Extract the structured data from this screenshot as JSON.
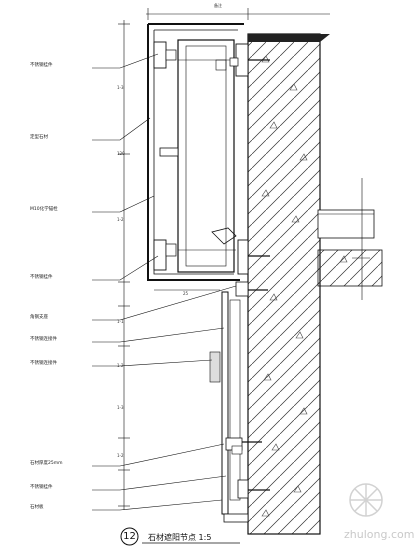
{
  "drawing": {
    "detail_number": "12",
    "title": "石材遮阳节点 1:5",
    "top_dimension": "备注",
    "callouts": [
      "不锈钢挂件",
      "定型石材",
      "M10化学锚栓",
      "不锈钢挂件",
      "角钢支座",
      "不锈钢连接件",
      "不锈钢连接件",
      "石材厚度25mm",
      "不锈钢挂件",
      "石材板"
    ],
    "dimension_labels": [
      "1-3",
      "120",
      "1-2",
      "1-1",
      "1-2",
      "1-3",
      "1-2",
      "25"
    ],
    "watermark": "zhulong.com"
  }
}
